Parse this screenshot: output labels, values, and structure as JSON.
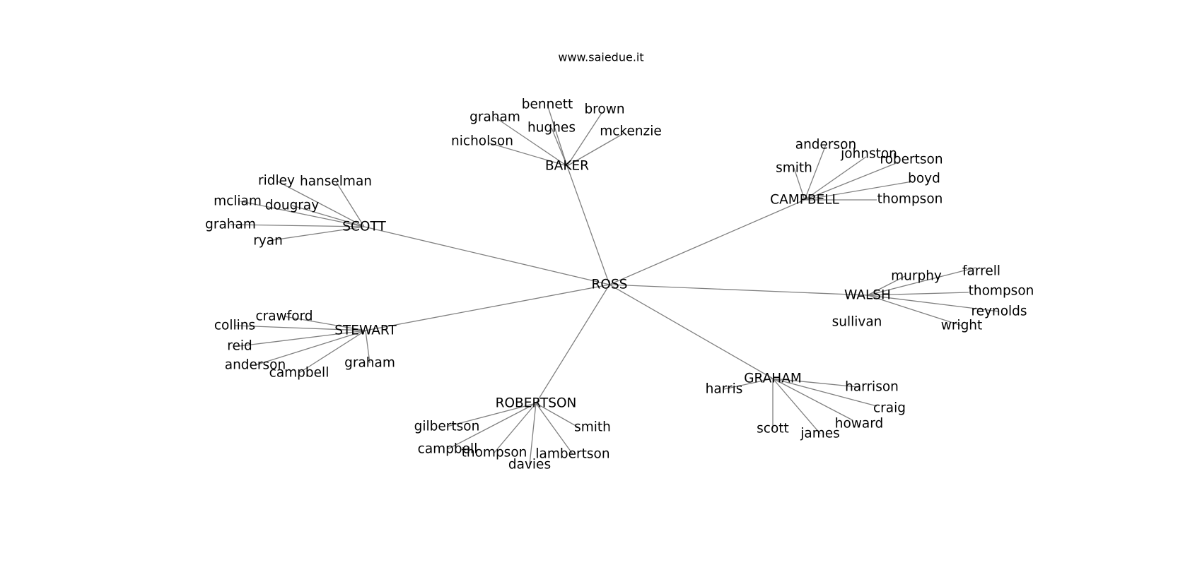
{
  "website": "www.saiedue.it",
  "root": "ROSS",
  "branches": [
    {
      "name": "BAKER",
      "children": [
        "bennett",
        "brown",
        "graham",
        "hughes",
        "mckenzie",
        "nicholson"
      ]
    },
    {
      "name": "CAMPBELL",
      "children": [
        "anderson",
        "johnston",
        "robertson",
        "smith",
        "boyd",
        "thompson"
      ]
    },
    {
      "name": "SCOTT",
      "children": [
        "ridley",
        "hanselman",
        "mcliam",
        "dougray",
        "graham",
        "ryan"
      ]
    },
    {
      "name": "WALSH",
      "children": [
        "murphy",
        "farrell",
        "thompson",
        "reynolds",
        "sullivan",
        "wright"
      ]
    },
    {
      "name": "STEWART",
      "children": [
        "crawford",
        "collins",
        "reid",
        "anderson",
        "campbell",
        "graham"
      ]
    },
    {
      "name": "GRAHAM",
      "children": [
        "harris",
        "harrison",
        "craig",
        "howard",
        "james",
        "scott"
      ]
    },
    {
      "name": "ROBERTSON",
      "children": [
        "gilbertson",
        "smith",
        "campbell",
        "thompson",
        "lambertson",
        "davies"
      ]
    }
  ]
}
